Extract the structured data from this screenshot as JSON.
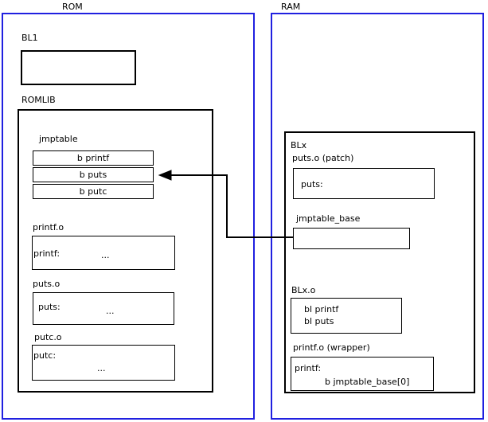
{
  "regions": {
    "rom": {
      "label": "ROM"
    },
    "ram": {
      "label": "RAM"
    }
  },
  "rom_contents": {
    "bl1": {
      "label": "BL1",
      "body": ""
    },
    "romlib": {
      "label": "ROMLIB",
      "jmptable": {
        "label": "jmptable",
        "rows": [
          {
            "text": "b printf"
          },
          {
            "text": "b puts"
          },
          {
            "text": "b putc"
          }
        ]
      },
      "objects": [
        {
          "label": "printf.o",
          "symbol": "printf:",
          "body": "...",
          "body_inline": true
        },
        {
          "label": "puts.o",
          "symbol": "puts:",
          "body": "...",
          "body_inline": true
        },
        {
          "label": "putc.o",
          "symbol": "putc:",
          "body": "...",
          "body_inline": false
        }
      ]
    }
  },
  "ram_contents": {
    "blx": {
      "label": "BLx",
      "patch": {
        "label": "puts.o (patch)",
        "symbol": "puts:"
      },
      "jmptable_base": {
        "label": "jmptable_base",
        "body": ""
      },
      "blx_o": {
        "label": "BLx.o",
        "lines": [
          "bl printf",
          "bl puts"
        ]
      },
      "printf_wrapper": {
        "label": "printf.o (wrapper)",
        "symbol": "printf:",
        "instruction": "b jmptable_base[0]"
      }
    }
  },
  "connector": {
    "name": "jmptable-base-to-b-puts-arrow",
    "from": "jmptable_base",
    "to": "b puts"
  },
  "colors": {
    "region_border": "#2020e0",
    "box_border": "#000000",
    "background": "#ffffff",
    "text": "#000000"
  }
}
